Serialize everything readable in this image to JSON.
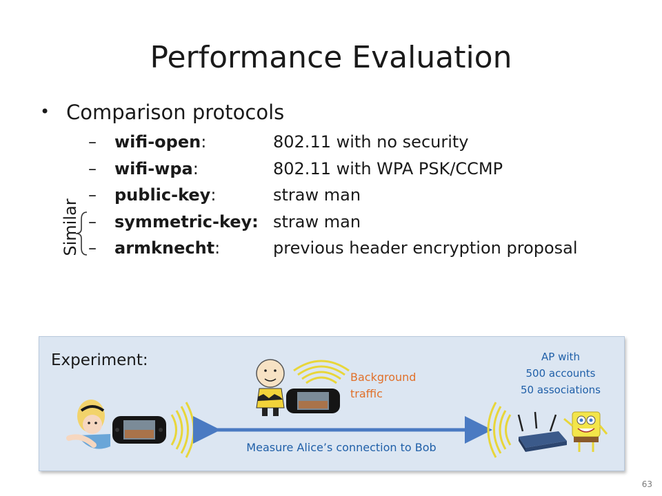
{
  "slide": {
    "title": "Performance Evaluation",
    "bullet": "Comparison protocols",
    "protocols": [
      {
        "name": "wifi-open",
        "desc": "802.11 with no security"
      },
      {
        "name": "wifi-wpa",
        "desc": "802.11 with WPA PSK/CCMP"
      },
      {
        "name": "public-key",
        "desc": "straw man"
      },
      {
        "name": "symmetric-key:",
        "desc": "straw man"
      },
      {
        "name": "armknecht",
        "desc": "previous header encryption proposal"
      }
    ],
    "similar_label": "Similar",
    "page_number": "63"
  },
  "experiment": {
    "label": "Experiment:",
    "background_traffic": "Background traffic",
    "ap_caption": [
      "AP with",
      "500 accounts",
      "50 associations"
    ],
    "measure_label": "Measure Alice’s connection to Bob"
  },
  "icons": [
    "alice-icon",
    "handheld-console-icon",
    "wireless-signal-icon",
    "charlie-brown-icon",
    "wireless-router-icon",
    "spongebob-icon",
    "double-arrow-icon"
  ],
  "colors": {
    "panel": "#dce6f2",
    "accent_blue": "#1f5fa8",
    "accent_orange": "#e0702a",
    "signal_yellow": "#e8d63a",
    "arrow": "#4a7ac2"
  }
}
